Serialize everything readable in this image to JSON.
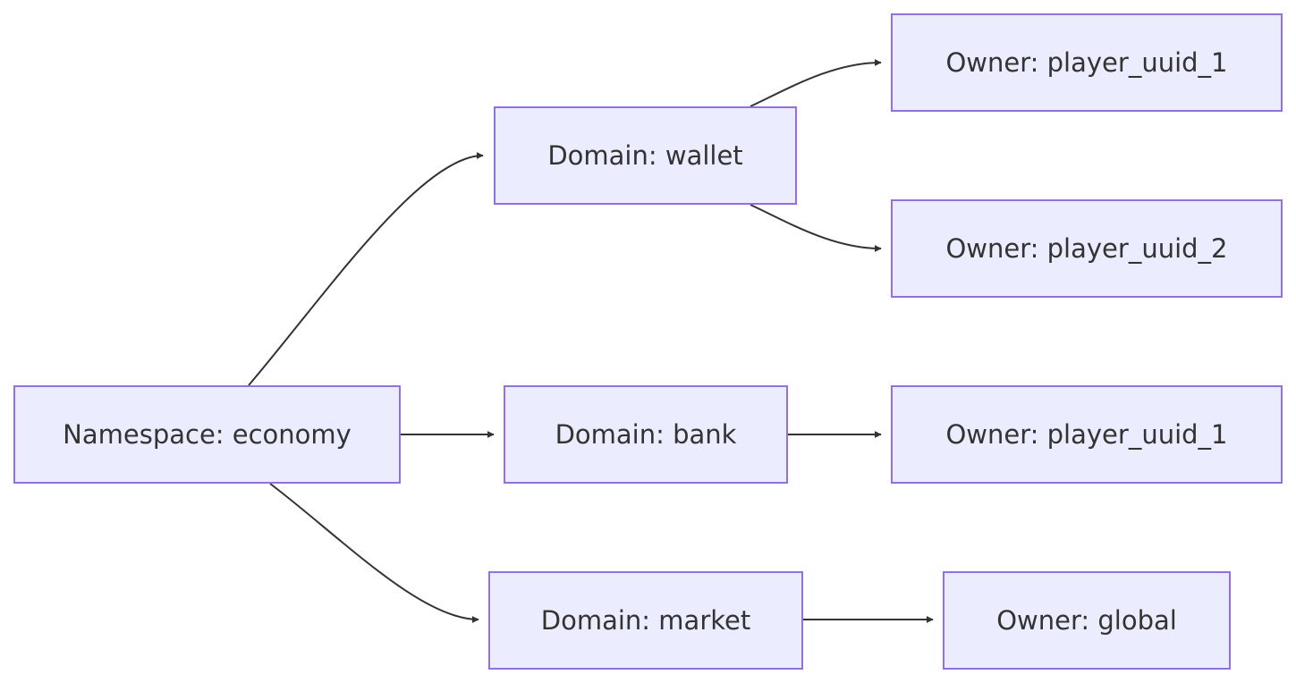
{
  "nodes": {
    "namespace_economy": "Namespace: economy",
    "domain_wallet": "Domain: wallet",
    "domain_bank": "Domain: bank",
    "domain_market": "Domain: market",
    "owner_wallet_1": "Owner: player_uuid_1",
    "owner_wallet_2": "Owner: player_uuid_2",
    "owner_bank_1": "Owner: player_uuid_1",
    "owner_market_global": "Owner: global"
  },
  "edges": [
    {
      "from": "namespace_economy",
      "to": "domain_wallet"
    },
    {
      "from": "namespace_economy",
      "to": "domain_bank"
    },
    {
      "from": "namespace_economy",
      "to": "domain_market"
    },
    {
      "from": "domain_wallet",
      "to": "owner_wallet_1"
    },
    {
      "from": "domain_wallet",
      "to": "owner_wallet_2"
    },
    {
      "from": "domain_bank",
      "to": "owner_bank_1"
    },
    {
      "from": "domain_market",
      "to": "owner_market_global"
    }
  ],
  "colors": {
    "node_fill": "#ececff",
    "node_stroke": "#9370db",
    "edge": "#333333",
    "text": "#333333"
  }
}
